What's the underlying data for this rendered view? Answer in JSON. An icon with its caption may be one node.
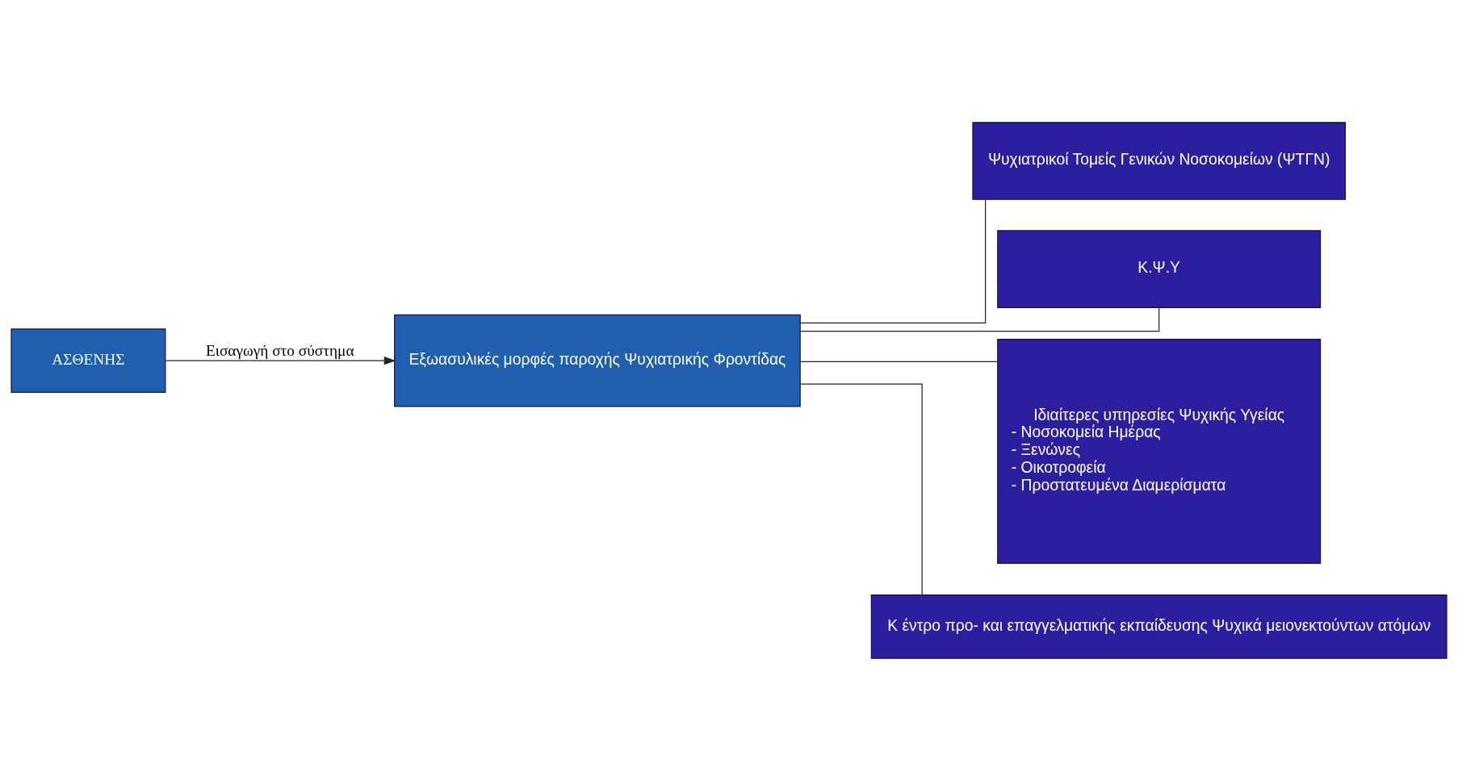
{
  "diagram": {
    "nodes": [
      {
        "text": [
          "ΑΣΘΕΝΗΣ"
        ]
      },
      {
        "text": [
          "Εξωασυλικές μορφές παροχής Ψυχιατρικής Φροντίδας"
        ]
      },
      {
        "text": [
          "Ψυχιατρικοί Τομείς Γενικών Νοσοκομείων (ΨΤΓΝ)"
        ]
      },
      {
        "text": [
          "Κ.Ψ.Υ"
        ]
      },
      {
        "text": [
          "Ιδιαίτερες υπηρεσίες Ψυχικής Υγείας",
          "- Νοσοκομεία Ημέρας",
          "- Ξενώνες",
          "- Οικοτροφεία",
          "- Προστατευμένα Διαμερίσματα"
        ]
      },
      {
        "text": [
          "Κ έντρο προ- και επαγγελματικής εκπαίδευσης Ψυχικά μειονεκτούντων ατόμων"
        ]
      }
    ],
    "edges": [
      {
        "from": 0,
        "to": 1,
        "arrow": "to",
        "label": "Εισαγωγή στο σύστημα"
      },
      {
        "from": 1,
        "to": 2,
        "arrow": "none"
      },
      {
        "from": 1,
        "to": 3,
        "arrow": "none"
      },
      {
        "from": 1,
        "to": 4,
        "arrow": "none"
      },
      {
        "from": 1,
        "to": 5,
        "arrow": "none"
      }
    ]
  }
}
